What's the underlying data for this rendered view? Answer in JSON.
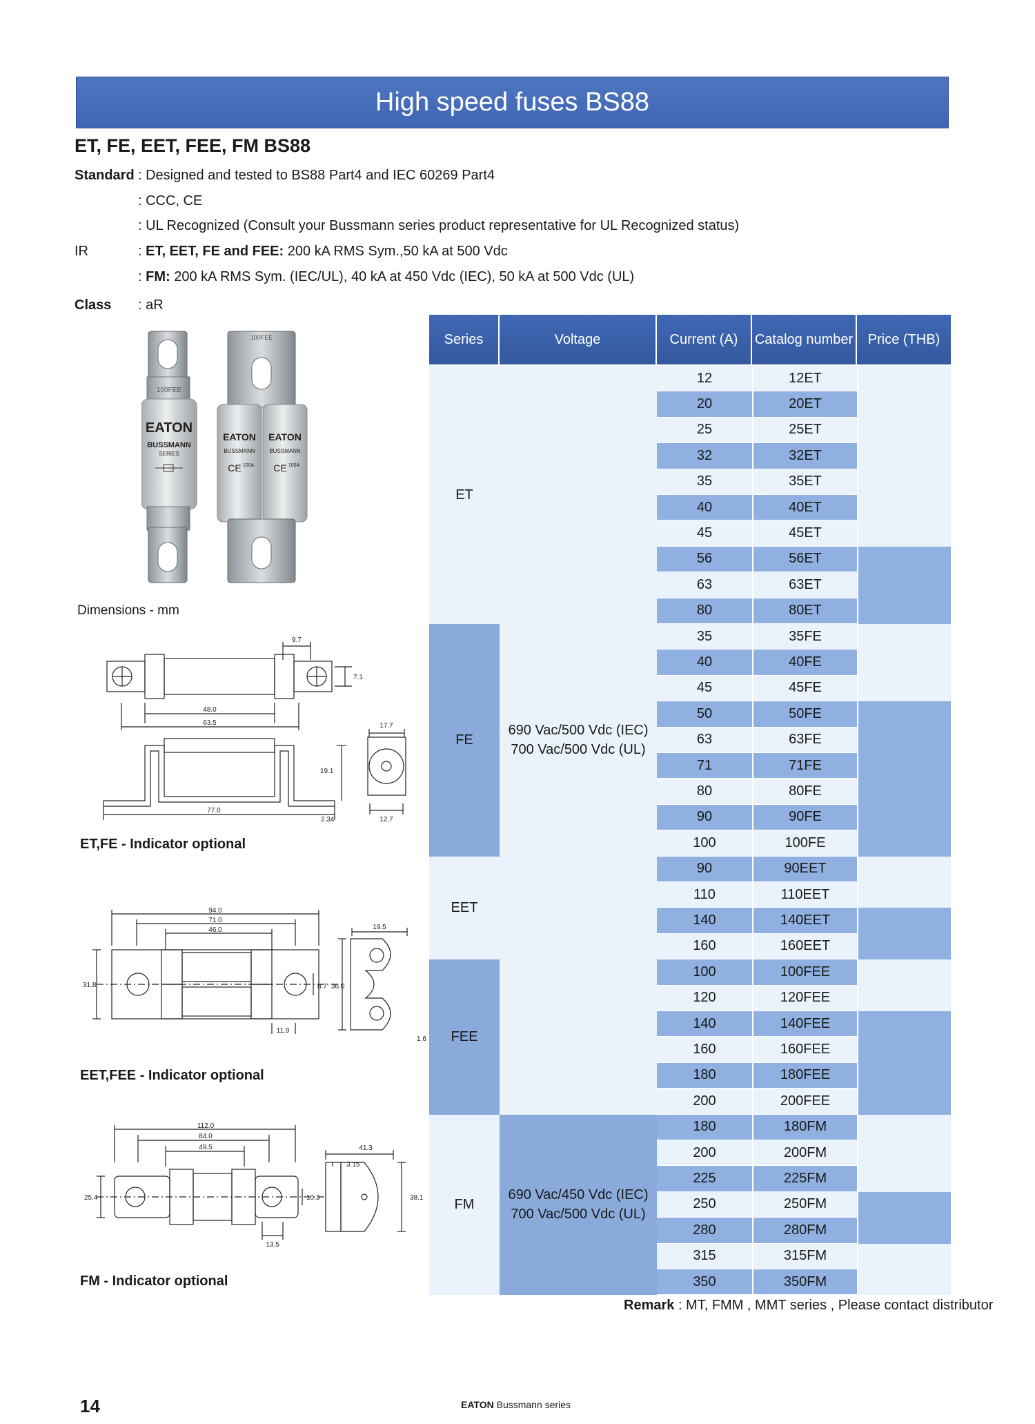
{
  "banner_title": "High speed fuses BS88",
  "subtitle": "ET, FE, EET, FEE, FM BS88",
  "specs": {
    "standard_label": "Standard",
    "standard_lines": [
      ": Designed and tested to BS88 Part4 and IEC 60269 Part4",
      ": CCC, CE",
      ": UL Recognized (Consult your Bussmann series product representative for UL Recognized status)"
    ],
    "ir_label": "IR",
    "ir_line1_bold": "ET, EET, FE and FEE:",
    "ir_line1_rest": " 200 kA RMS Sym.,50 kA at 500 Vdc",
    "ir_line2_bold": "FM:",
    "ir_line2_rest": " 200 kA RMS Sym. (IEC/UL), 40 kA at 450 Vdc (IEC), 50 kA at 500 Vdc (UL)",
    "colon": ": ",
    "class_label": "Class",
    "class_value": ": aR"
  },
  "photo": {
    "fuse1_label": "100FEE",
    "brand": "EATON",
    "sub_brand": "BUSSMANN",
    "series_word": "SERIES",
    "ce": "CE",
    "rating": "100A"
  },
  "dimensions_title": "Dimensions - mm",
  "drawings": {
    "et_fe": {
      "d1": "9.7",
      "d2": "7.1",
      "d3": "48.0",
      "d4": "63.5",
      "d5": "17.7",
      "d6": "19.1",
      "d7": "77.0",
      "d8": "2.34",
      "d9": "12.7"
    },
    "eet_fee": {
      "d1": "94.0",
      "d2": "71.0",
      "d3": "46.0",
      "d4": "19.5",
      "d5": "31.8",
      "d6": "8.7",
      "d7": "36.0",
      "d8": "11.9",
      "d9": "1.6"
    },
    "fm": {
      "d1": "112.0",
      "d2": "84.0",
      "d3": "49.5",
      "d4": "41.3",
      "d5": "3.15",
      "d6": "25.4",
      "d7": "10.3",
      "d8": "38.1",
      "d9": "13.5"
    }
  },
  "captions": {
    "et_fe": "ET,FE - Indicator optional",
    "eet_fee": "EET,FEE - Indicator optional",
    "fm": "FM - Indicator optional"
  },
  "table": {
    "headers": [
      "Series",
      "Voltage",
      "Current (A)",
      "Catalog number",
      "Price (THB)"
    ],
    "groups": [
      {
        "series": "ET",
        "voltage": "",
        "rows": [
          [
            "12",
            "12ET"
          ],
          [
            "20",
            "20ET"
          ],
          [
            "25",
            "25ET"
          ],
          [
            "32",
            "32ET"
          ],
          [
            "35",
            "35ET"
          ],
          [
            "40",
            "40ET"
          ],
          [
            "45",
            "45ET"
          ],
          [
            "56",
            "56ET"
          ],
          [
            "63",
            "63ET"
          ],
          [
            "80",
            "80ET"
          ]
        ]
      },
      {
        "series": "FE",
        "voltage": "690 Vac/500 Vdc (IEC)\n700 Vac/500 Vdc (UL)",
        "rows": [
          [
            "35",
            "35FE"
          ],
          [
            "40",
            "40FE"
          ],
          [
            "45",
            "45FE"
          ],
          [
            "50",
            "50FE"
          ],
          [
            "63",
            "63FE"
          ],
          [
            "71",
            "71FE"
          ],
          [
            "80",
            "80FE"
          ],
          [
            "90",
            "90FE"
          ],
          [
            "100",
            "100FE"
          ]
        ]
      },
      {
        "series": "EET",
        "voltage": "",
        "rows": [
          [
            "90",
            "90EET"
          ],
          [
            "110",
            "110EET"
          ],
          [
            "140",
            "140EET"
          ],
          [
            "160",
            "160EET"
          ]
        ]
      },
      {
        "series": "FEE",
        "voltage": "",
        "rows": [
          [
            "100",
            "100FEE"
          ],
          [
            "120",
            "120FEE"
          ],
          [
            "140",
            "140FEE"
          ],
          [
            "160",
            "160FEE"
          ],
          [
            "180",
            "180FEE"
          ],
          [
            "200",
            "200FEE"
          ]
        ]
      },
      {
        "series": "FM",
        "voltage": "690 Vac/450 Vdc (IEC)\n700 Vac/500 Vdc (UL)",
        "rows": [
          [
            "180",
            "180FM"
          ],
          [
            "200",
            "200FM"
          ],
          [
            "225",
            "225FM"
          ],
          [
            "250",
            "250FM"
          ],
          [
            "280",
            "280FM"
          ],
          [
            "315",
            "315FM"
          ],
          [
            "350",
            "350FM"
          ]
        ]
      }
    ]
  },
  "remark_label": "Remark",
  "remark_text": " : MT, FMM , MMT series , Please contact distributor",
  "page_number": "14",
  "footer_brand": "EATON",
  "footer_rest": " Bussmann series",
  "colors": {
    "header_blue": "#3f66b4",
    "row_blue": "#8fb0e0",
    "row_light": "#eaf2fb",
    "series_blue": "#8aaadb",
    "series_light": "#eaf2fb"
  }
}
